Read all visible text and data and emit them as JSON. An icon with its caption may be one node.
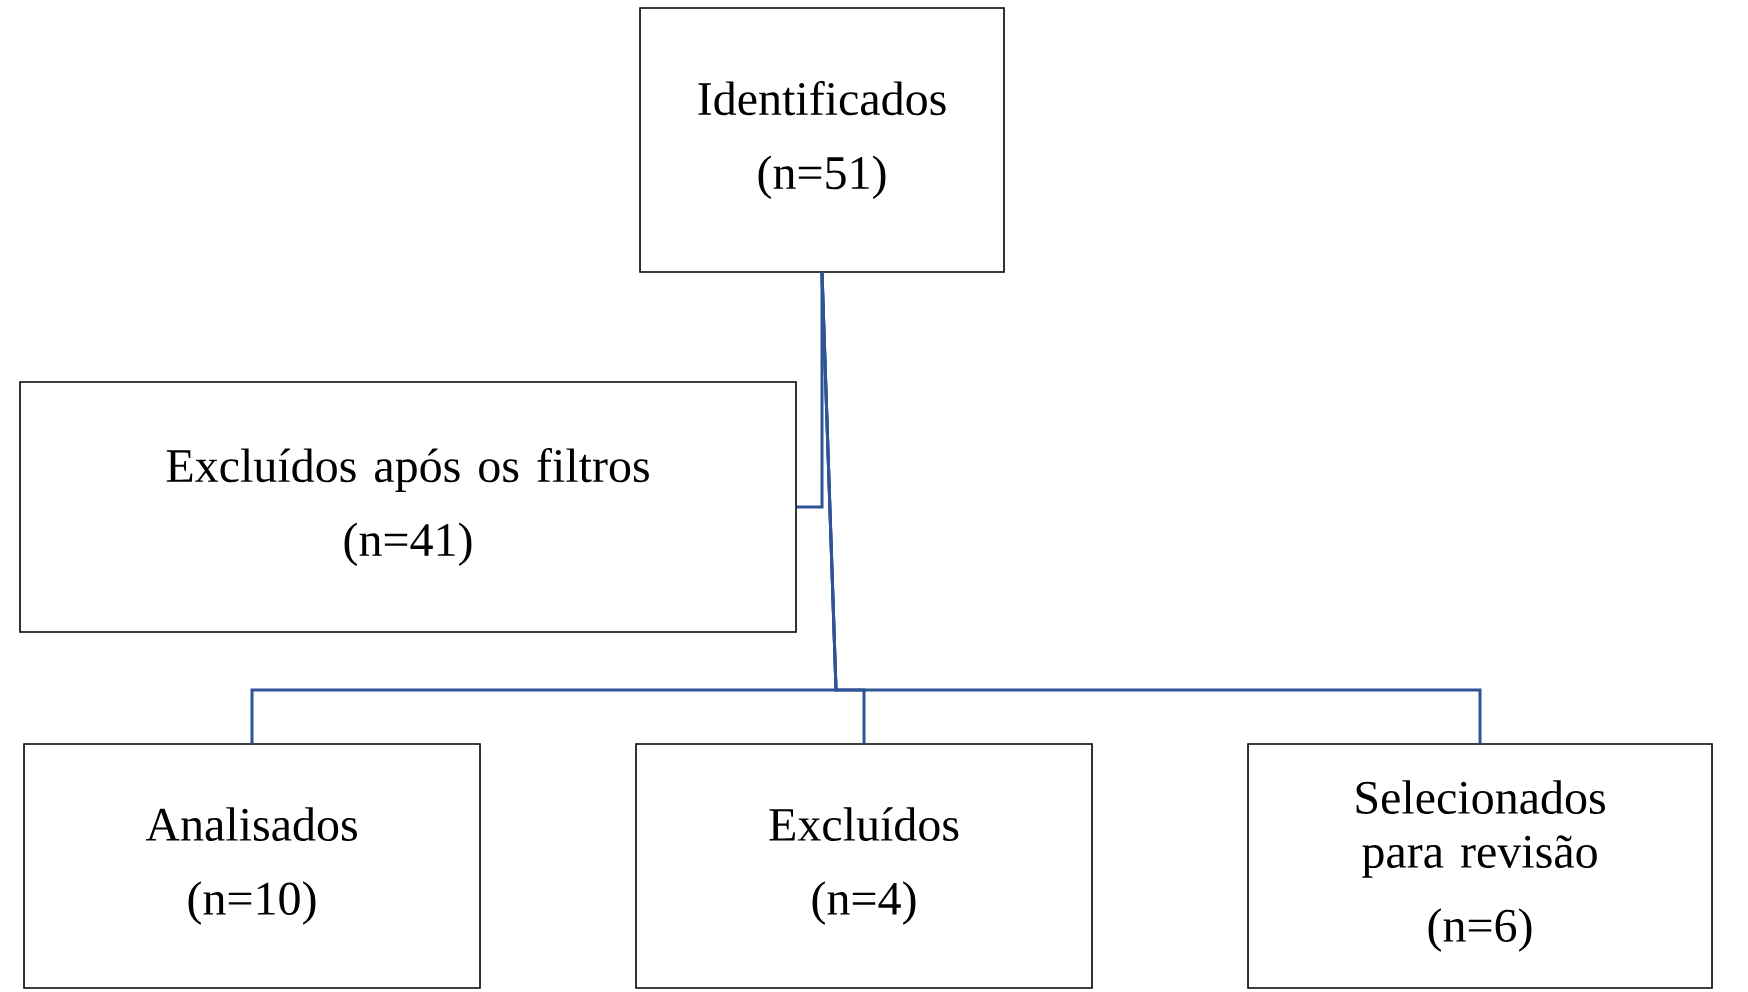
{
  "diagram": {
    "nodes": [
      {
        "text": [
          "Identificados",
          "(n=51)"
        ]
      },
      {
        "text": [
          "Excluídos após os filtros",
          "(n=41)"
        ]
      },
      {
        "text": [
          "Analisados",
          "(n=10)"
        ]
      },
      {
        "text": [
          "Excluídos",
          "(n=4)"
        ]
      },
      {
        "text": [
          "Selecionados para revisão",
          "(n=6)"
        ]
      }
    ],
    "edges": [
      {
        "from": 0,
        "to": 1,
        "arrow": "none",
        "color": "#2f5597"
      },
      {
        "from": 0,
        "to": 2,
        "arrow": "none",
        "color": "#2f5597"
      },
      {
        "from": 0,
        "to": 3,
        "arrow": "none",
        "color": "#2f5597"
      },
      {
        "from": 0,
        "to": 4,
        "arrow": "none",
        "color": "#2f5597"
      }
    ]
  }
}
